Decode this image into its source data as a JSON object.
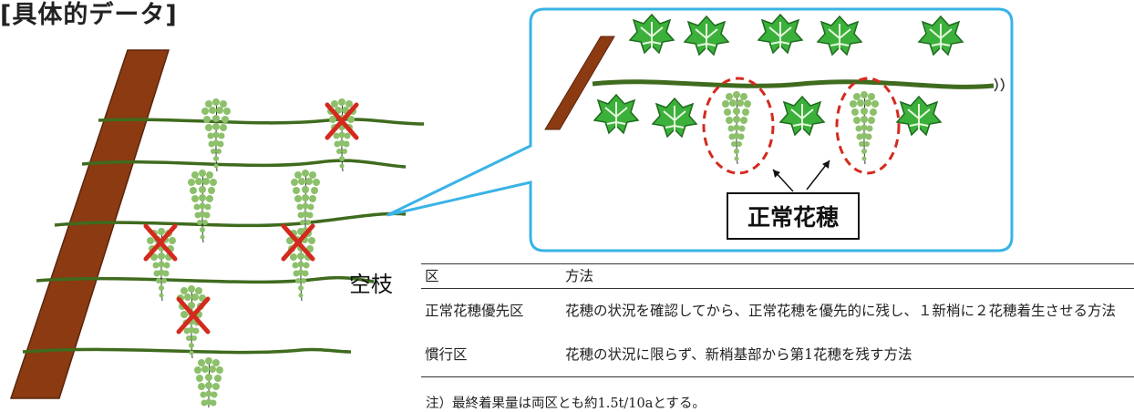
{
  "heading": "[具体的データ]",
  "labels": {
    "empty_shoot": "空枝",
    "normal_cluster": "正常花穂"
  },
  "table": {
    "headers": [
      "区",
      "方法"
    ],
    "rows": [
      {
        "zone": "正常花穂優先区",
        "method": "花穂の状況を確認してから、正常花穂を優先的に残し、１新梢に２花穂着生させる方法"
      },
      {
        "zone": "慣行区",
        "method": "花穂の状況に限らず、新梢基部から第1花穂を残す方法"
      }
    ]
  },
  "note": "注）最終着果量は両区とも約1.5t/10aとする。",
  "colors": {
    "trunk": "#8b3a12",
    "shoot": "#3f6b1e",
    "cluster": "#8cc06a",
    "cross": "#d42a1e",
    "leaf": "#3bb03a",
    "callout_border": "#3ab3e6",
    "dashed_circle": "#d42a1e"
  }
}
